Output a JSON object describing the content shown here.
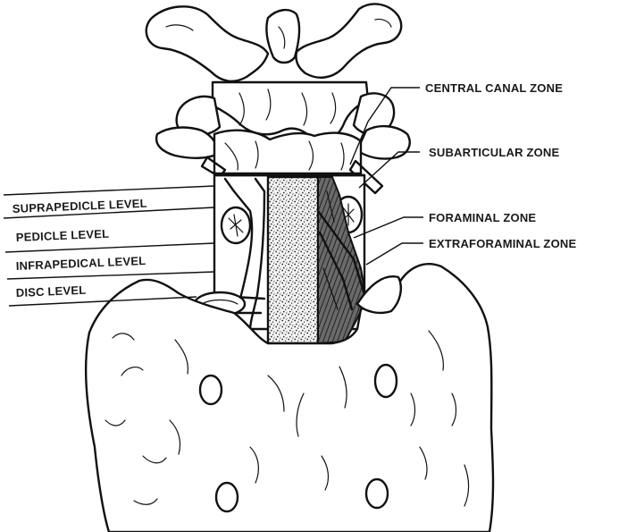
{
  "levels": {
    "suprapedicle": "SUPRAPEDICLE LEVEL",
    "pedicle": "PEDICLE LEVEL",
    "infrapedical": "INFRAPEDICAL LEVEL",
    "disc": "DISC LEVEL"
  },
  "zones": {
    "central_canal": "CENTRAL CANAL ZONE",
    "subarticular": "SUBARTICULAR ZONE",
    "foraminal": "FORAMINAL ZONE",
    "extraforaminal": "EXTRAFORAMINAL ZONE"
  }
}
